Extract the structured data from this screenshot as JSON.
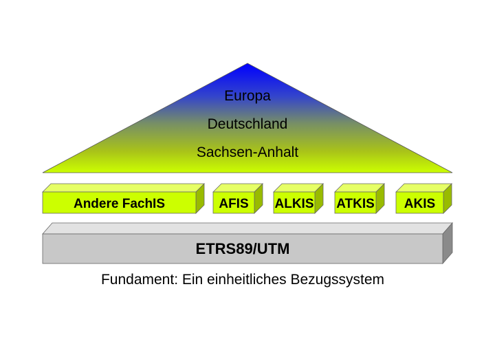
{
  "pyramid": {
    "levels": [
      "Europa",
      "Deutschland",
      "Sachsen-Anhalt"
    ],
    "colors": {
      "top": "#0000ff",
      "middle": "#7f9a60",
      "bottom": "#ccff00"
    }
  },
  "blocks": {
    "items": [
      "Andere FachIS",
      "AFIS",
      "ALKIS",
      "ATKIS",
      "AKIS"
    ],
    "color": "#ccff00"
  },
  "foundation": {
    "label": "ETRS89/UTM",
    "color": "#c8c8c8",
    "caption": "Fundament: Ein einheitliches Bezugssystem"
  }
}
